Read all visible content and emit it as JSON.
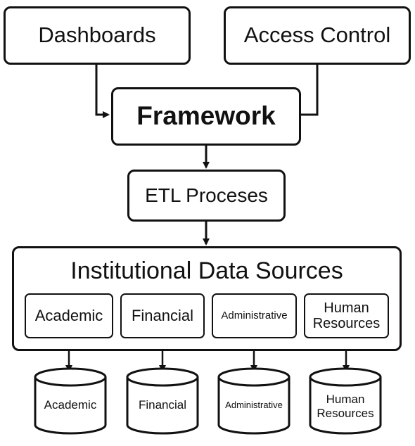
{
  "top": {
    "dashboards": "Dashboards",
    "access_control": "Access Control"
  },
  "framework": "Framework",
  "etl": "ETL Proceses",
  "sources": {
    "title": "Institutional Data Sources",
    "items": [
      {
        "label": "Academic"
      },
      {
        "label": "Financial"
      },
      {
        "label": "Administrative"
      },
      {
        "label_line1": "Human",
        "label_line2": "Resources"
      }
    ]
  },
  "databases": [
    {
      "label": "Academic"
    },
    {
      "label": "Financial"
    },
    {
      "label": "Administrative"
    },
    {
      "label_line1": "Human",
      "label_line2": "Resources"
    }
  ],
  "colors": {
    "stroke": "#111111",
    "background": "#ffffff"
  }
}
